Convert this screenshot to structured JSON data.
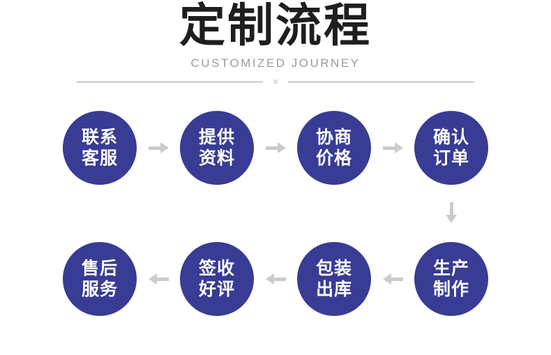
{
  "header": {
    "title": "定制流程",
    "subtitle": "CUSTOMIZED JOURNEY",
    "divider_mark": "×"
  },
  "colors": {
    "title_color": "#1e1e1e",
    "subtitle_color": "#999999",
    "divider_line": "#9c9c9c",
    "divider_mark": "#c2c2c2",
    "circle_fill": "#383c94",
    "step_text": "#ffffff",
    "arrow_color": "#cbcbcb"
  },
  "flow": {
    "row1": [
      {
        "line1": "联系",
        "line2": "客服"
      },
      {
        "line1": "提供",
        "line2": "资料"
      },
      {
        "line1": "协商",
        "line2": "价格"
      },
      {
        "line1": "确认",
        "line2": "订单"
      }
    ],
    "row2": [
      {
        "line1": "售后",
        "line2": "服务"
      },
      {
        "line1": "签收",
        "line2": "好评"
      },
      {
        "line1": "包装",
        "line2": "出库"
      },
      {
        "line1": "生产",
        "line2": "制作"
      }
    ],
    "row1_direction": "right",
    "row2_direction": "left",
    "connector_direction": "down"
  }
}
